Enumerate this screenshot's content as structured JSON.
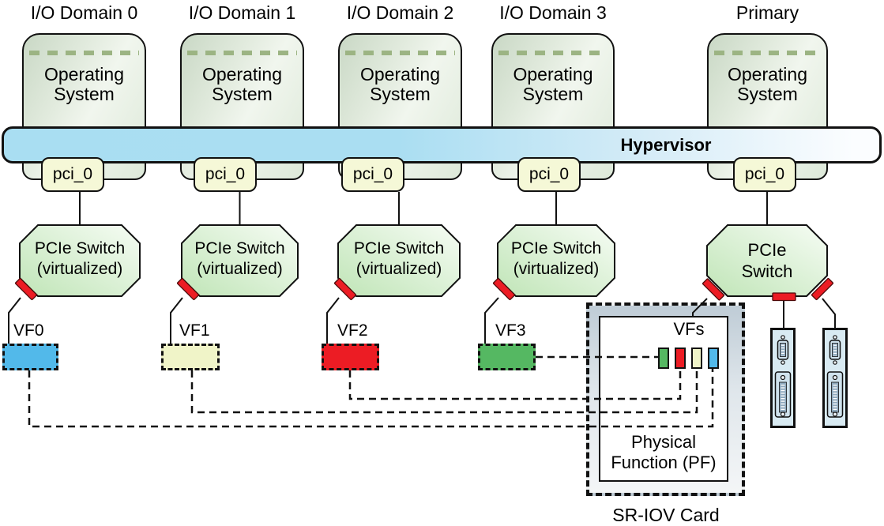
{
  "hypervisor": {
    "label": "Hypervisor"
  },
  "domains": [
    {
      "label": "I/O Domain 0",
      "os_label": "Operating System",
      "pci_label": "pci_0",
      "switch_line1": "PCIe Switch",
      "switch_line2": "(virtualized)",
      "vf_label": "VF0",
      "vf_color": "#52b9ea"
    },
    {
      "label": "I/O Domain 1",
      "os_label": "Operating System",
      "pci_label": "pci_0",
      "switch_line1": "PCIe Switch",
      "switch_line2": "(virtualized)",
      "vf_label": "VF1",
      "vf_color": "#f0f4c8"
    },
    {
      "label": "I/O Domain 2",
      "os_label": "Operating System",
      "pci_label": "pci_0",
      "switch_line1": "PCIe Switch",
      "switch_line2": "(virtualized)",
      "vf_label": "VF2",
      "vf_color": "#ec1c24"
    },
    {
      "label": "I/O Domain 3",
      "os_label": "Operating System",
      "pci_label": "pci_0",
      "switch_line1": "PCIe Switch",
      "switch_line2": "(virtualized)",
      "vf_label": "VF3",
      "vf_color": "#55b862"
    }
  ],
  "primary": {
    "label": "Primary",
    "os_label": "Operating System",
    "pci_label": "pci_0",
    "switch_line1": "PCIe",
    "switch_line2": "Switch"
  },
  "sriov_card": {
    "caption": "SR-IOV Card",
    "vfs_label": "VFs",
    "pf_line1": "Physical",
    "pf_line2": "Function (PF)",
    "vf_slot_colors": [
      "#55b862",
      "#ec1c24",
      "#f0f4c8",
      "#52b9ea"
    ]
  },
  "colors": {
    "hypervisor_fill": "#a9def2",
    "os_fill": "#dde9d9",
    "os_dash_strip": "#9cb483",
    "pci_fill": "#f5f8d7",
    "switch_fill": "#cdeac4",
    "red_marker": "#ec1c24",
    "sriov_fill": "#c5d1da",
    "card_fill": "#d8eaf2"
  }
}
